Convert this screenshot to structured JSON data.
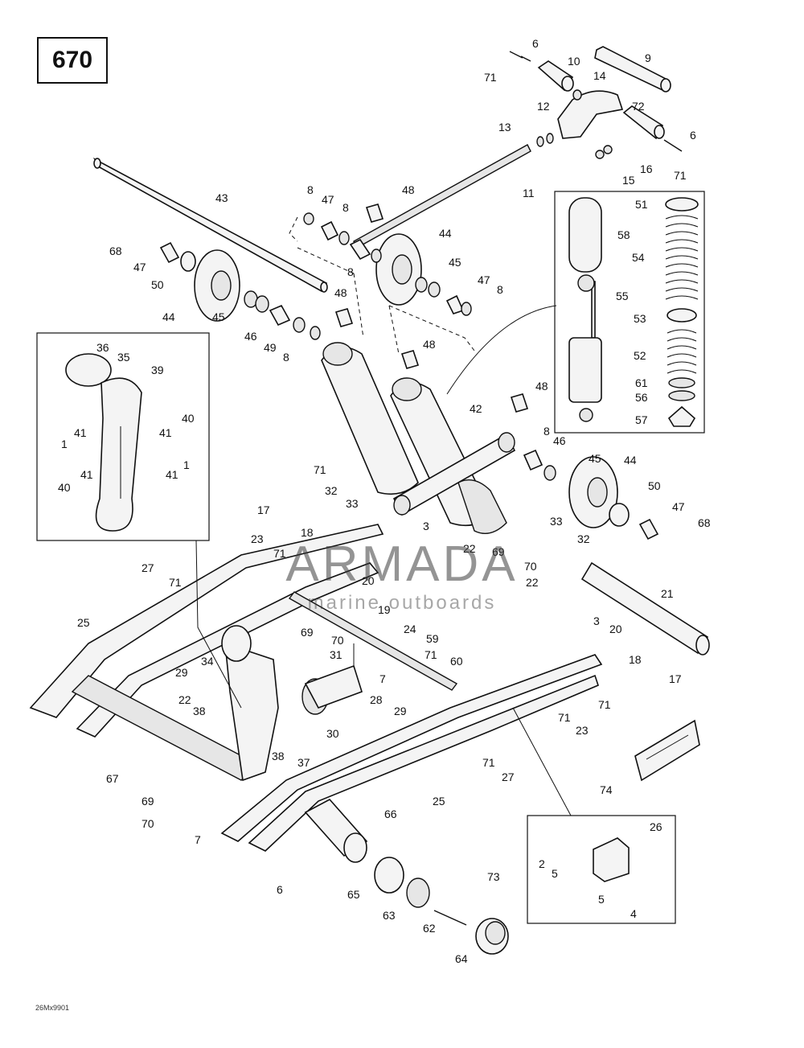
{
  "diagram_number": "670",
  "footer_code": "26Mx9901",
  "watermark": {
    "title": "ARMADA",
    "subtitle": "marine outboards"
  },
  "callouts": [
    "1",
    "2",
    "3",
    "4",
    "5",
    "6",
    "7",
    "8",
    "9",
    "10",
    "11",
    "12",
    "13",
    "14",
    "15",
    "16",
    "17",
    "18",
    "19",
    "20",
    "21",
    "22",
    "23",
    "24",
    "25",
    "26",
    "27",
    "28",
    "29",
    "30",
    "31",
    "32",
    "33",
    "34",
    "35",
    "36",
    "37",
    "38",
    "39",
    "40",
    "41",
    "42",
    "43",
    "44",
    "45",
    "46",
    "47",
    "48",
    "49",
    "50",
    "51",
    "52",
    "53",
    "54",
    "55",
    "56",
    "57",
    "58",
    "59",
    "60",
    "61",
    "62",
    "63",
    "64",
    "65",
    "66",
    "67",
    "68",
    "69",
    "70",
    "71",
    "72",
    "73",
    "74"
  ]
}
